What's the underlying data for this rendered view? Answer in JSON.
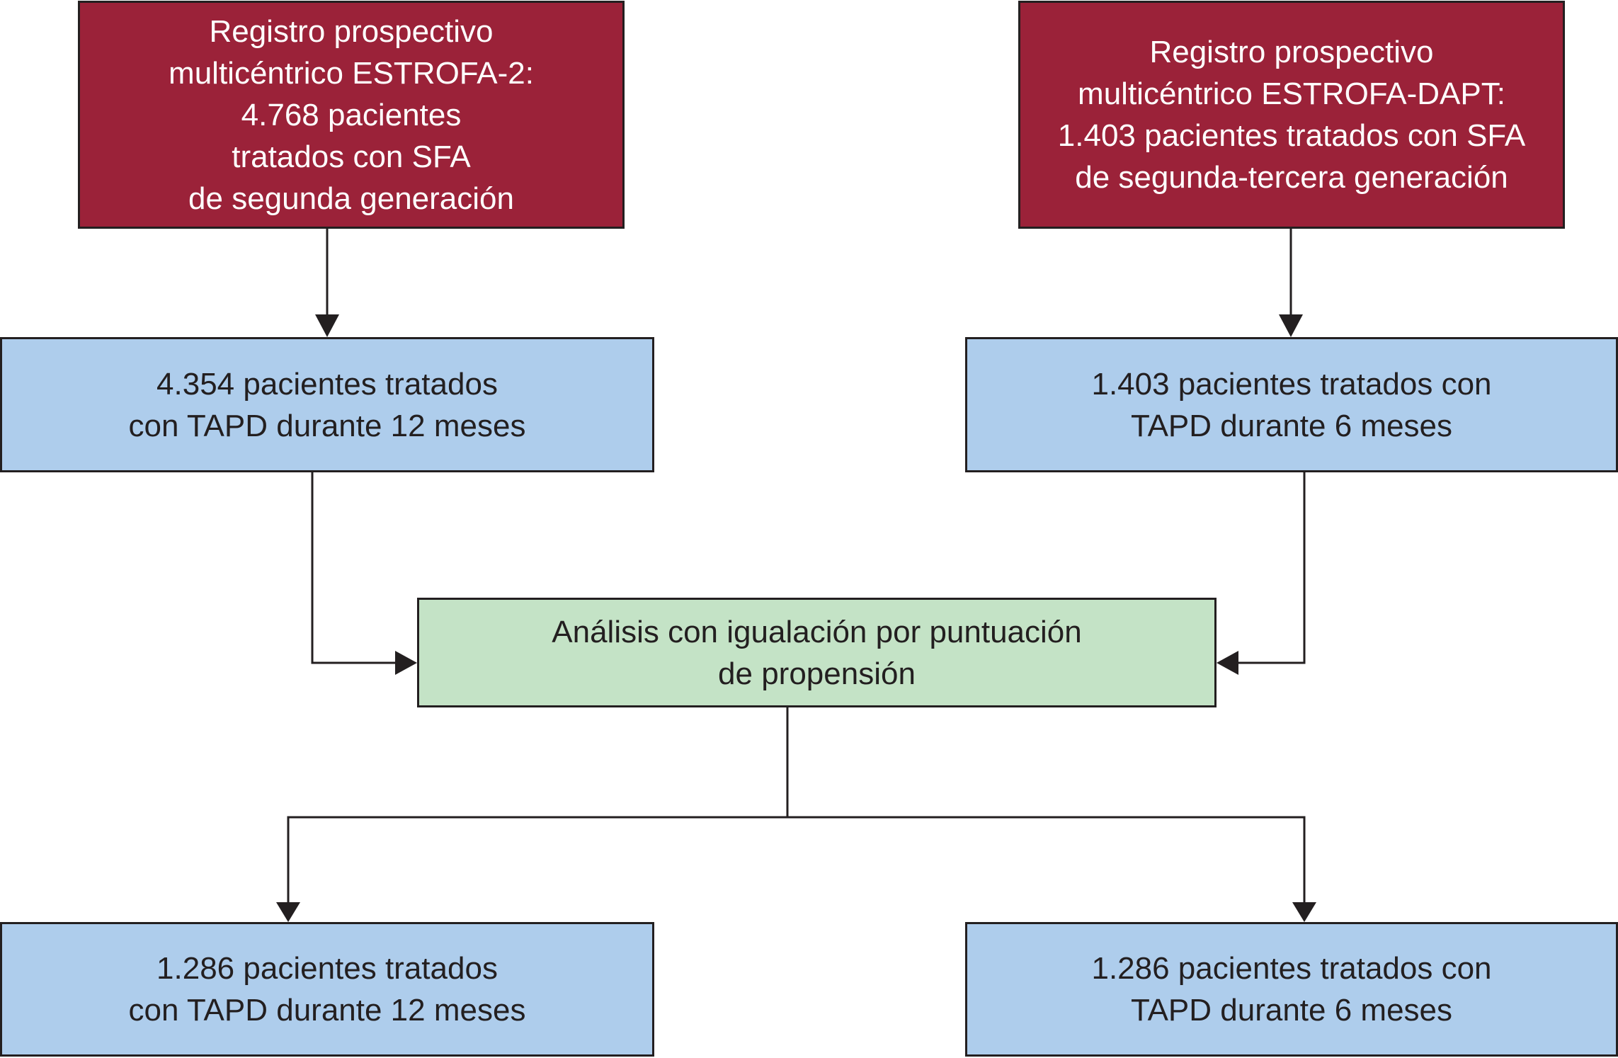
{
  "colors": {
    "source_fill": "#9b2239",
    "cohort_fill": "#aecdec",
    "analysis_fill": "#c4e3c6",
    "line": "#231f20"
  },
  "nodes": {
    "source_left": "Registro prospectivo\nmulticéntrico ESTROFA-2:\n4.768 pacientes\ntratados con SFA\nde segunda generación",
    "source_right": "Registro prospectivo\nmulticéntrico ESTROFA-DAPT:\n1.403 pacientes tratados con SFA\nde segunda-tercera generación",
    "cohort_left": "4.354 pacientes tratados\ncon TAPD durante 12 meses",
    "cohort_right": "1.403 pacientes tratados con\nTAPD durante 6 meses",
    "analysis": "Análisis con igualación por puntuación\nde propensión",
    "result_left": "1.286 pacientes tratados\ncon TAPD durante 12 meses",
    "result_right": "1.286 pacientes tratados con\nTAPD durante 6 meses"
  }
}
